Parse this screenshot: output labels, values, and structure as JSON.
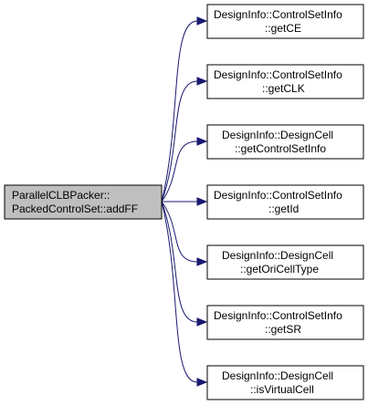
{
  "diagram": {
    "root": {
      "line1": "ParallelCLBPacker::",
      "line2": "PackedControlSet::addFF"
    },
    "callees": [
      {
        "line1": "DesignInfo::ControlSetInfo",
        "line2": "::getCE"
      },
      {
        "line1": "DesignInfo::ControlSetInfo",
        "line2": "::getCLK"
      },
      {
        "line1": "DesignInfo::DesignCell",
        "line2": "::getControlSetInfo"
      },
      {
        "line1": "DesignInfo::ControlSetInfo",
        "line2": "::getId"
      },
      {
        "line1": "DesignInfo::DesignCell",
        "line2": "::getOriCellType"
      },
      {
        "line1": "DesignInfo::ControlSetInfo",
        "line2": "::getSR"
      },
      {
        "line1": "DesignInfo::DesignCell",
        "line2": "::isVirtualCell"
      }
    ],
    "colors": {
      "edge": "#191970",
      "root_fill": "#bfbfbf",
      "node_fill": "#ffffff",
      "border": "#000000"
    }
  }
}
